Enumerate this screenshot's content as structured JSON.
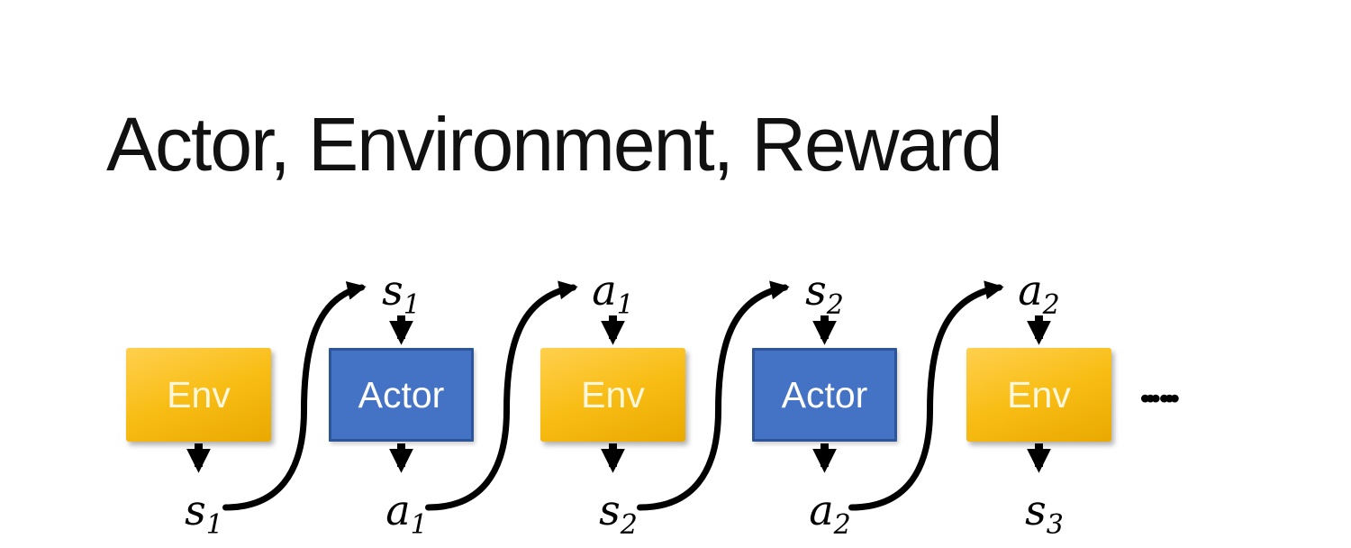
{
  "title": "Actor, Environment, Reward",
  "diagram": {
    "ellipsis": "••• •••",
    "boxes": [
      {
        "type": "env",
        "label": "Env",
        "top_label": null,
        "bottom_label": {
          "base": "s",
          "sub": "1"
        }
      },
      {
        "type": "actor",
        "label": "Actor",
        "top_label": {
          "base": "s",
          "sub": "1"
        },
        "bottom_label": {
          "base": "a",
          "sub": "1"
        }
      },
      {
        "type": "env",
        "label": "Env",
        "top_label": {
          "base": "a",
          "sub": "1"
        },
        "bottom_label": {
          "base": "s",
          "sub": "2"
        }
      },
      {
        "type": "actor",
        "label": "Actor",
        "top_label": {
          "base": "s",
          "sub": "2"
        },
        "bottom_label": {
          "base": "a",
          "sub": "2"
        }
      },
      {
        "type": "env",
        "label": "Env",
        "top_label": {
          "base": "a",
          "sub": "2"
        },
        "bottom_label": {
          "base": "s",
          "sub": "3"
        }
      }
    ],
    "colors": {
      "env_gradient_top": "#FFD04E",
      "env_gradient_mid": "#F8BD15",
      "env_gradient_bottom": "#E9A900",
      "env_text": "#FFF7DC",
      "actor_fill": "#4472C4",
      "actor_border": "#2E5597",
      "actor_text": "#FFFFFF",
      "arrow": "#000000",
      "title_text": "#111111"
    }
  }
}
